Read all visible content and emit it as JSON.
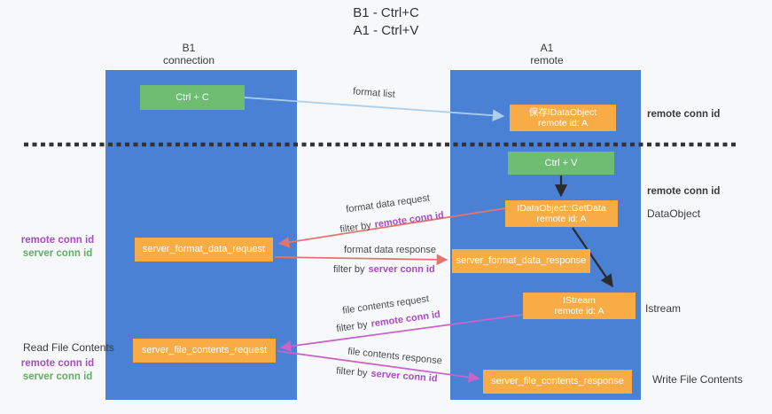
{
  "title": {
    "line1": "B1 - Ctrl+C",
    "line2": "A1 - Ctrl+V"
  },
  "columns": {
    "left": {
      "name": "B1",
      "role": "connection"
    },
    "right": {
      "name": "A1",
      "role": "remote"
    }
  },
  "nodes": {
    "ctrl_c": "Ctrl + C",
    "ctrl_v": "Ctrl + V",
    "save_dataobject": {
      "line1": "保存IDataObject",
      "line2": "remote id: A"
    },
    "getdata": {
      "line1": "IDataObject::GetData",
      "line2": "remote id: A"
    },
    "istream": {
      "line1": "IStream",
      "line2": "remote id: A"
    },
    "format_request": "server_format_data_request",
    "format_response": "server_format_data_response",
    "file_request": "server_file_contents_request",
    "file_response": "server_file_contents_response"
  },
  "edges": {
    "format_list": "format list",
    "format_data_request": {
      "label": "format data request",
      "filter_prefix": "filter by",
      "filter_id": "remote conn id"
    },
    "format_data_response": {
      "label": "format data response",
      "filter_prefix": "filter by",
      "filter_id": "server conn id"
    },
    "file_contents_request": {
      "label": "file contents request",
      "filter_prefix": "filter by",
      "filter_id": "remote conn id"
    },
    "file_contents_response": {
      "label": "file contents response",
      "filter_prefix": "filter by",
      "filter_id": "server conn id"
    }
  },
  "side_labels": {
    "right_top_conn_id": "remote conn id",
    "right_mid_conn_id": "remote conn id",
    "right_dataobject": "DataObject",
    "right_istream": "Istream",
    "right_write": "Write File Contents",
    "left_mid": {
      "remote": "remote conn id",
      "server": "server conn id"
    },
    "left_read": "Read File Contents",
    "left_bottom": {
      "remote": "remote conn id",
      "server": "server conn id"
    }
  },
  "colors": {
    "column_blue": "#4a81d4",
    "box_orange": "#f8ac45",
    "box_green": "#6ebd72",
    "purple_id": "#a94cc5",
    "green_id": "#5fae63",
    "arrow_red": "#e57470",
    "arrow_magenta": "#c965c9",
    "arrow_lightblue": "#a9cfee",
    "arrow_black": "#2b2b2b",
    "dashed_separator": "#333333"
  }
}
